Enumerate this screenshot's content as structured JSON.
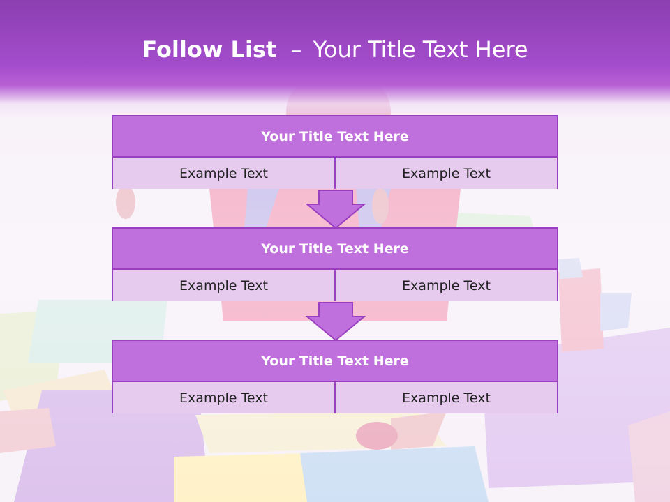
{
  "header": {
    "title_bold": "Follow List",
    "title_sep": "–",
    "title_rest": "Your Title Text Here"
  },
  "blocks": [
    {
      "title": "Your Title Text Here",
      "left": "Example Text",
      "right": "Example Text"
    },
    {
      "title": "Your Title Text Here",
      "left": "Example Text",
      "right": "Example Text"
    },
    {
      "title": "Your Title Text Here",
      "left": "Example Text",
      "right": "Example Text"
    }
  ],
  "colors": {
    "header": "#a44ccc",
    "block_head": "#c070dc",
    "block_body": "#e6cbef",
    "border": "#9a3fc0"
  }
}
